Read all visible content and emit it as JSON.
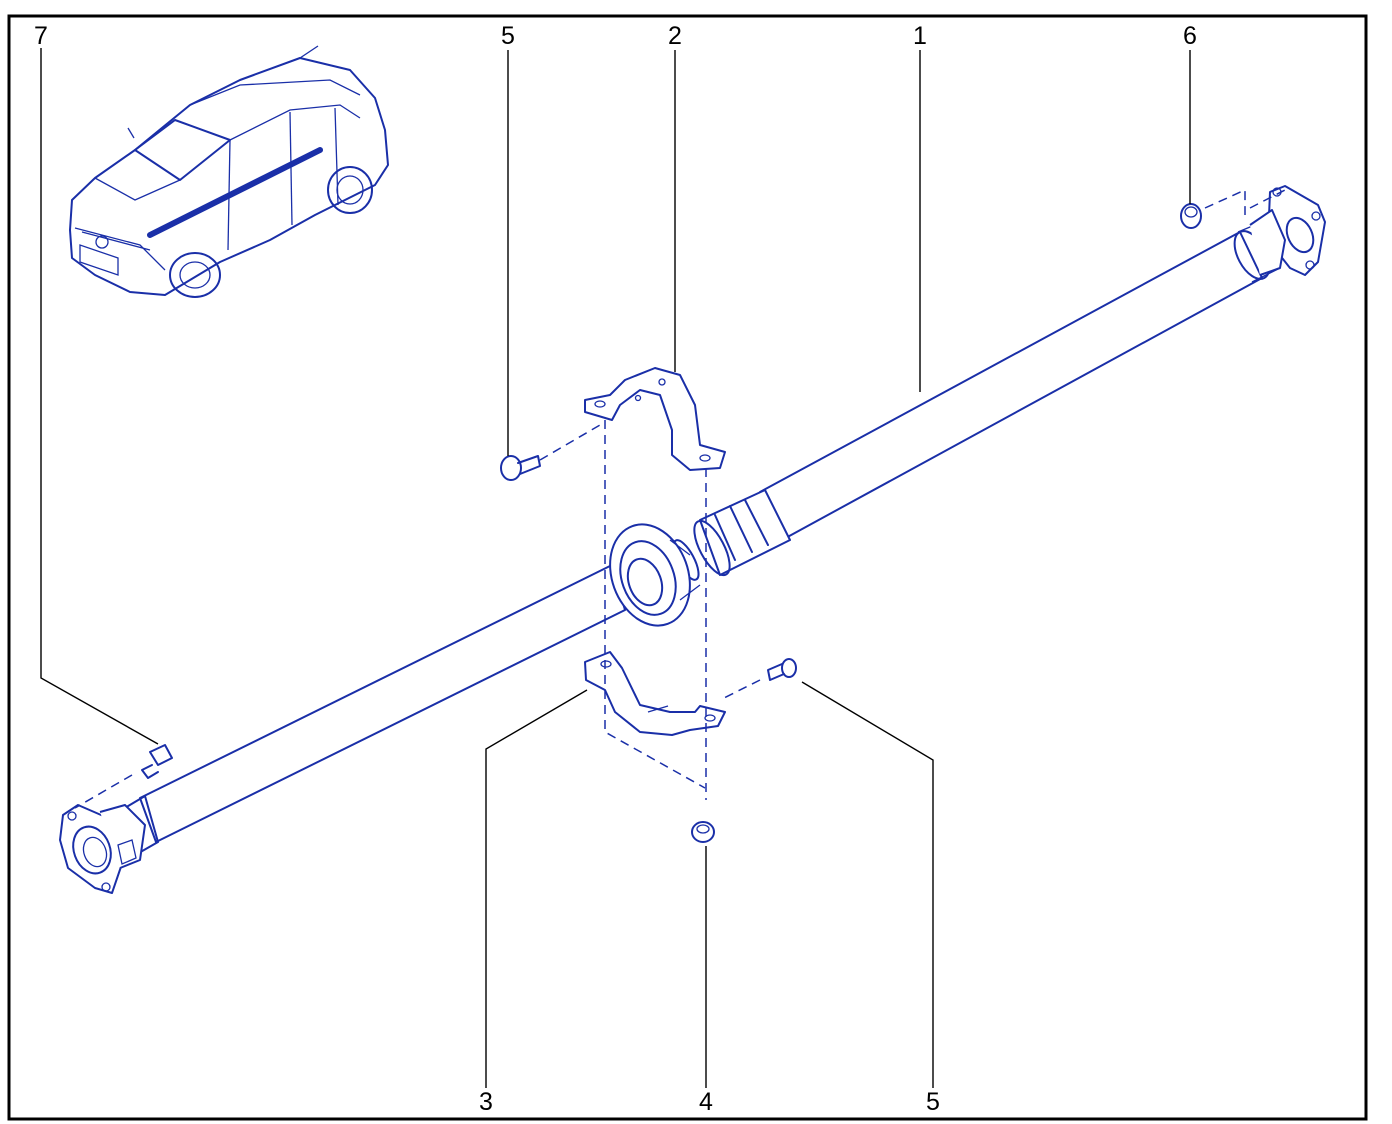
{
  "callouts": [
    {
      "id": "c7",
      "text": "7"
    },
    {
      "id": "c5a",
      "text": "5"
    },
    {
      "id": "c2",
      "text": "2"
    },
    {
      "id": "c1",
      "text": "1"
    },
    {
      "id": "c6",
      "text": "6"
    },
    {
      "id": "c3",
      "text": "3"
    },
    {
      "id": "c4",
      "text": "4"
    },
    {
      "id": "c5b",
      "text": "5"
    }
  ],
  "colors": {
    "ink": "#1a2fa8",
    "frame": "#000000",
    "label": "#000000",
    "background": "#ffffff"
  }
}
